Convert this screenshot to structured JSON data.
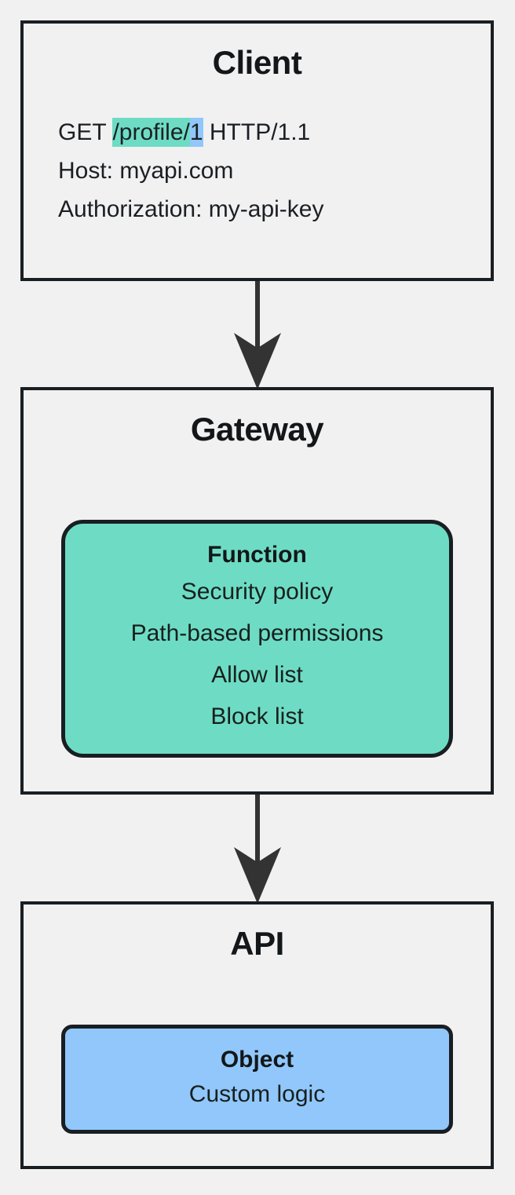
{
  "diagram": {
    "type": "flowchart",
    "direction": "top-to-bottom",
    "background_color": "#F1F1F1",
    "border_color": "#191E22",
    "accent_teal": "#6EDCC4",
    "accent_blue": "#91C7FB",
    "nodes": [
      {
        "id": "client",
        "title": "Client",
        "request": {
          "line1": {
            "prefix": "GET ",
            "highlight_path": "/profile/",
            "highlight_id": "1",
            "suffix": " HTTP/1.1"
          },
          "line2": "Host: myapi.com",
          "line3": "Authorization: my-api-key"
        }
      },
      {
        "id": "gateway",
        "title": "Gateway",
        "subnode": {
          "id": "function",
          "title": "Function",
          "lines": [
            "Security policy",
            "Path-based permissions",
            "Allow list",
            "Block list"
          ],
          "fill": "#6EDCC4"
        }
      },
      {
        "id": "api",
        "title": "API",
        "subnode": {
          "id": "object",
          "title": "Object",
          "lines": [
            "Custom logic"
          ],
          "fill": "#91C7FB"
        }
      }
    ],
    "edges": [
      {
        "from": "client",
        "to": "gateway",
        "label": ""
      },
      {
        "from": "gateway",
        "to": "api",
        "label": ""
      }
    ],
    "arrow_color": "#333333"
  }
}
